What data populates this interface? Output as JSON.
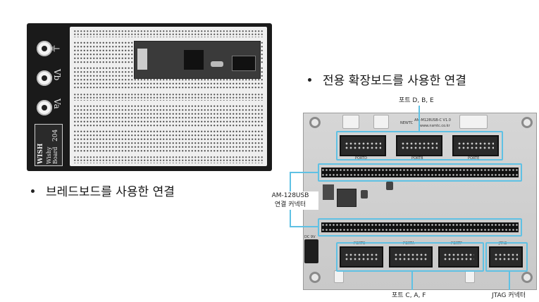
{
  "left_photo": {
    "terminal_labels": [
      "⏚",
      "Vb",
      "Va"
    ],
    "logo": {
      "brand": "WISH",
      "line1": "Wishy",
      "line2": "Board",
      "number": "204"
    }
  },
  "labels": {
    "breadboard_connection": "브레드보드를 사용한 연결",
    "expansion_connection": "전용 확장보드를 사용한 연결",
    "ports_top": "포트 D, B, E",
    "am128_line1": "AM-128USB",
    "am128_line2": "연결 커넥터",
    "ports_bottom": "포트 C, A, F",
    "jtag": "JTAG 커넥터"
  },
  "right_photo": {
    "board_title": "AM-M128USB-C V1.0",
    "website": "www.nsmtc.co.kr",
    "brand": "NEWTC",
    "silk": [
      "PORTD",
      "PORTB",
      "PORTE",
      "PORTC",
      "PORTA",
      "PORTF",
      "JTAG",
      "DC 9V"
    ]
  },
  "colors": {
    "highlight": "#5fc1e4",
    "plate": "#1a1a1a",
    "board": "#d0d0d0"
  }
}
